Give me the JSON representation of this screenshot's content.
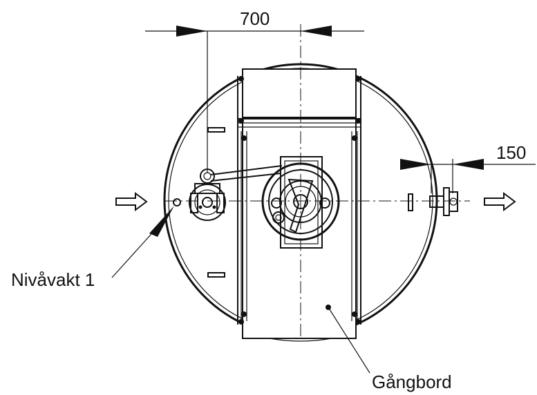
{
  "dimensions": {
    "top": "700",
    "right": "150"
  },
  "labels": {
    "level_sensor": "Nivåvakt 1",
    "walkway": "Gångbord"
  }
}
